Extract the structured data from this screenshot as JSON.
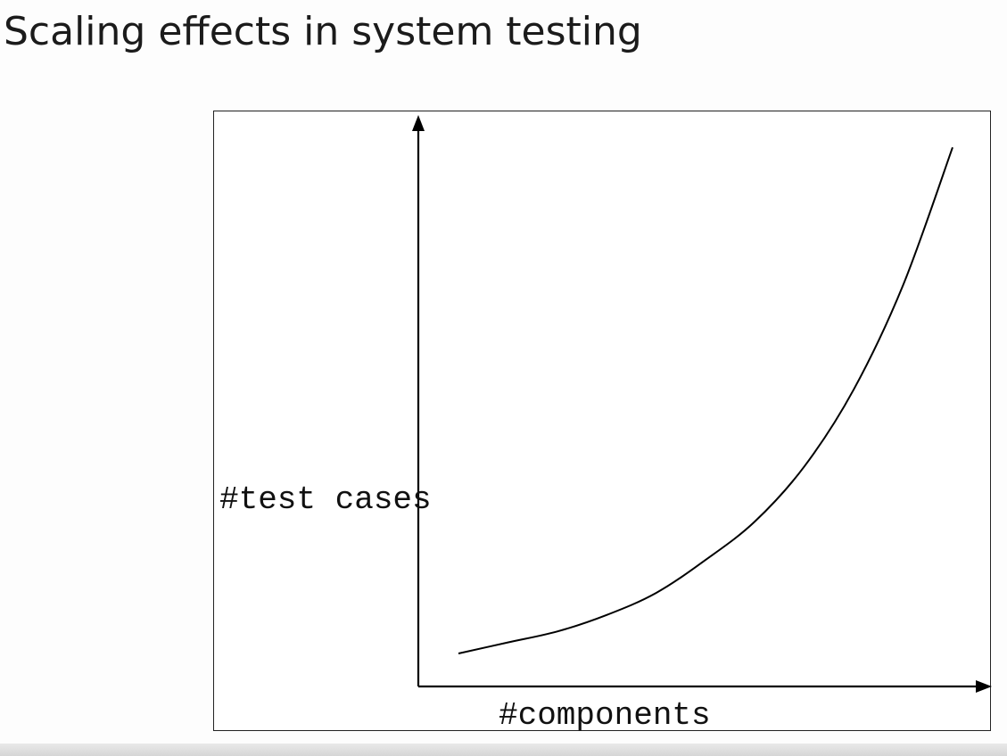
{
  "slide": {
    "title": "Scaling effects in system testing"
  },
  "chart_data": {
    "type": "line",
    "title": "",
    "xlabel": "#components",
    "ylabel": "#test cases",
    "grid": false,
    "legend": "none",
    "xlim": [
      0,
      10
    ],
    "ylim": [
      0,
      10
    ],
    "series": [
      {
        "x": [
          0,
          1,
          2,
          3,
          4,
          5,
          6,
          7,
          8,
          9,
          10
        ],
        "y": [
          0.6,
          0.8,
          1.0,
          1.3,
          1.7,
          2.3,
          3.0,
          4.0,
          5.4,
          7.3,
          9.8
        ]
      }
    ]
  }
}
